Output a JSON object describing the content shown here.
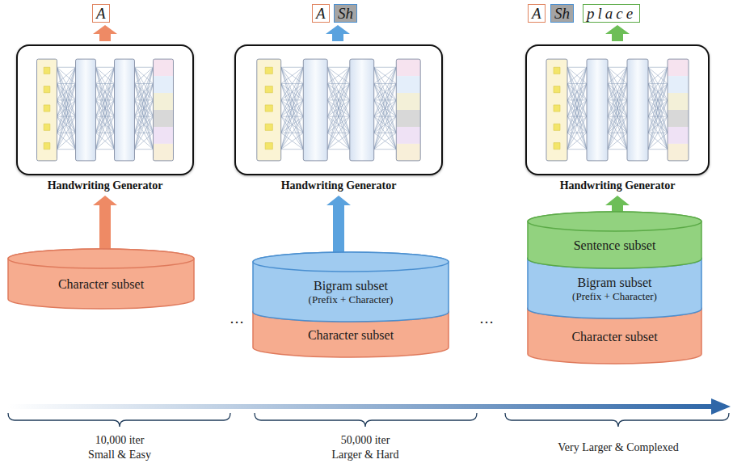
{
  "diagram": {
    "nodes": [
      {
        "text": [
          "Handwriting Generator"
        ]
      },
      {
        "text": [
          "Character subset"
        ]
      },
      {
        "text": [
          "Handwriting Generator"
        ]
      },
      {
        "text": [
          "Bigram subset",
          "(Prefix + Character)"
        ]
      },
      {
        "text": [
          "Character subset"
        ]
      },
      {
        "text": [
          "Handwriting Generator"
        ]
      },
      {
        "text": [
          "Sentence subset"
        ]
      },
      {
        "text": [
          "Bigram subset",
          "(Prefix + Character)"
        ]
      },
      {
        "text": [
          "Character subset"
        ]
      }
    ],
    "edges": [
      {
        "from": 1,
        "to": 0,
        "arrow": "to"
      },
      {
        "from": 3,
        "to": 2,
        "arrow": "to"
      },
      {
        "from": 6,
        "to": 5,
        "arrow": "to"
      }
    ],
    "labels": [
      "A",
      "A",
      "Sh",
      "A",
      "Sh",
      "place",
      "…",
      "…",
      "10,000 iter",
      "Small & Easy",
      "50,000 iter",
      "Larger & Hard",
      "Very Larger & Complexed"
    ]
  }
}
